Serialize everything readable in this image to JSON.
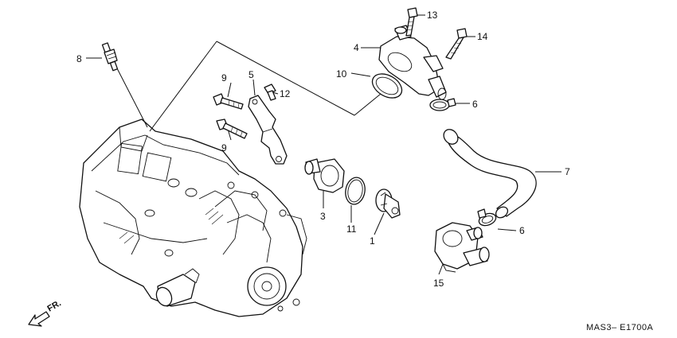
{
  "callouts": {
    "c1": "1",
    "c3": "3",
    "c4": "4",
    "c5": "5",
    "c6a": "6",
    "c6b": "6",
    "c7": "7",
    "c8": "8",
    "c9a": "9",
    "c9b": "9",
    "c10": "10",
    "c11": "11",
    "c12": "12",
    "c13": "13",
    "c14": "14",
    "c15": "15"
  },
  "direction_label": "FR.",
  "diagram_code": "MAS3– E1700A"
}
